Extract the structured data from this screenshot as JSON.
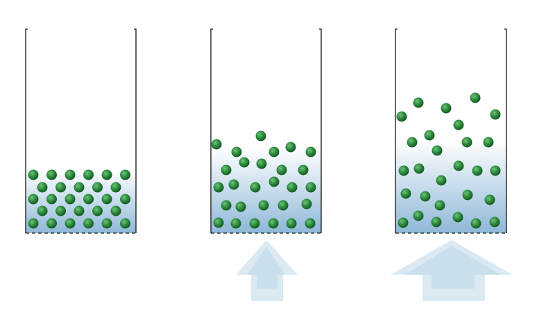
{
  "diagram": {
    "panels": [
      {
        "state": "packed",
        "arrow": "none"
      },
      {
        "state": "loosened",
        "arrow": "small"
      },
      {
        "state": "dispersed",
        "arrow": "large"
      }
    ],
    "colors": {
      "background": "#ffffff",
      "container_stroke": "#111111",
      "fill_bottom": "#8fb8d8",
      "fill_top": "#ffffff",
      "particle_light": "#6fc27a",
      "particle_mid": "#2e8b3e",
      "particle_dark": "#135a22",
      "arrow_fill": "#c9e0ec",
      "arrow_fill_alt": "#dbeaf2"
    },
    "icons": [
      "particle",
      "up-arrow"
    ]
  }
}
